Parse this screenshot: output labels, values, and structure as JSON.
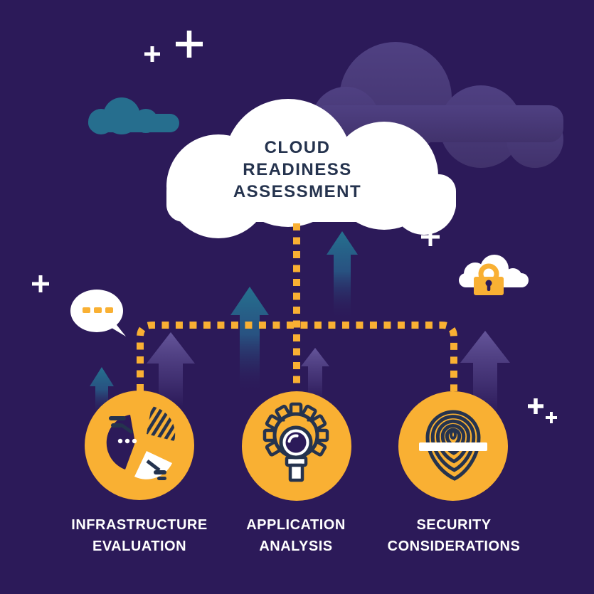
{
  "title": "CLOUD READINESS ASSESSMENT",
  "nodes": [
    {
      "label": "INFRASTRUCTURE EVALUATION",
      "icon": "pie-chart-icon"
    },
    {
      "label": "APPLICATION ANALYSIS",
      "icon": "gear-magnifier-icon"
    },
    {
      "label": "SECURITY CONSIDERATIONS",
      "icon": "fingerprint-icon"
    }
  ],
  "decor_icons": [
    "cloud-icon",
    "up-arrow-icon",
    "plus-icon",
    "speech-bubble-icon",
    "lock-cloud-icon"
  ],
  "colors": {
    "background": "#2C1A59",
    "accent_yellow": "#F9B033",
    "navy_ink": "#25334E",
    "teal": "#266E8E",
    "cloud_white": "#FFFFFF",
    "faint_purple": "#5C4D92",
    "faint_cloud": "#493A77"
  }
}
